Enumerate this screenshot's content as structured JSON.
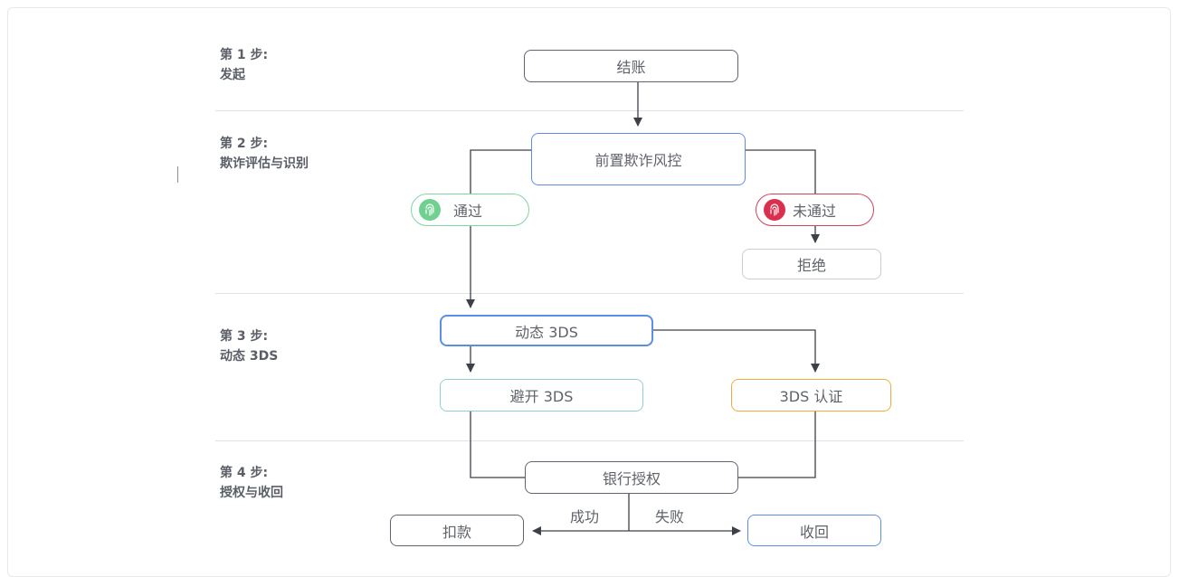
{
  "steps": [
    {
      "num": "第 1 步:",
      "name": "发起"
    },
    {
      "num": "第 2 步:",
      "name": "欺诈评估与识别"
    },
    {
      "num": "第 3 步:",
      "name": "动态 3DS"
    },
    {
      "num": "第 4 步:",
      "name": "授权与收回"
    }
  ],
  "nodes": {
    "checkout": "结账",
    "fraud": "前置欺诈风控",
    "pass": "通过",
    "fail": "未通过",
    "reject": "拒绝",
    "dynamic3ds": "动态 3DS",
    "avoid3ds": "避开 3DS",
    "auth3ds": "3DS 认证",
    "bankauth": "银行授权",
    "charge": "扣款",
    "recover": "收回"
  },
  "edge_labels": {
    "success": "成功",
    "failure": "失败"
  },
  "colors": {
    "gray_border": "#5f6570",
    "blue_border": "#5b8fe6",
    "green_border": "#7ed6a4",
    "green_icon": "#6fd08f",
    "red_border": "#d4425a",
    "red_icon": "#d9304f",
    "light_gray_border": "#c9ccd4",
    "teal_border": "#8fd1d3",
    "orange_border": "#f2ac3a",
    "line": "#3d4048"
  }
}
